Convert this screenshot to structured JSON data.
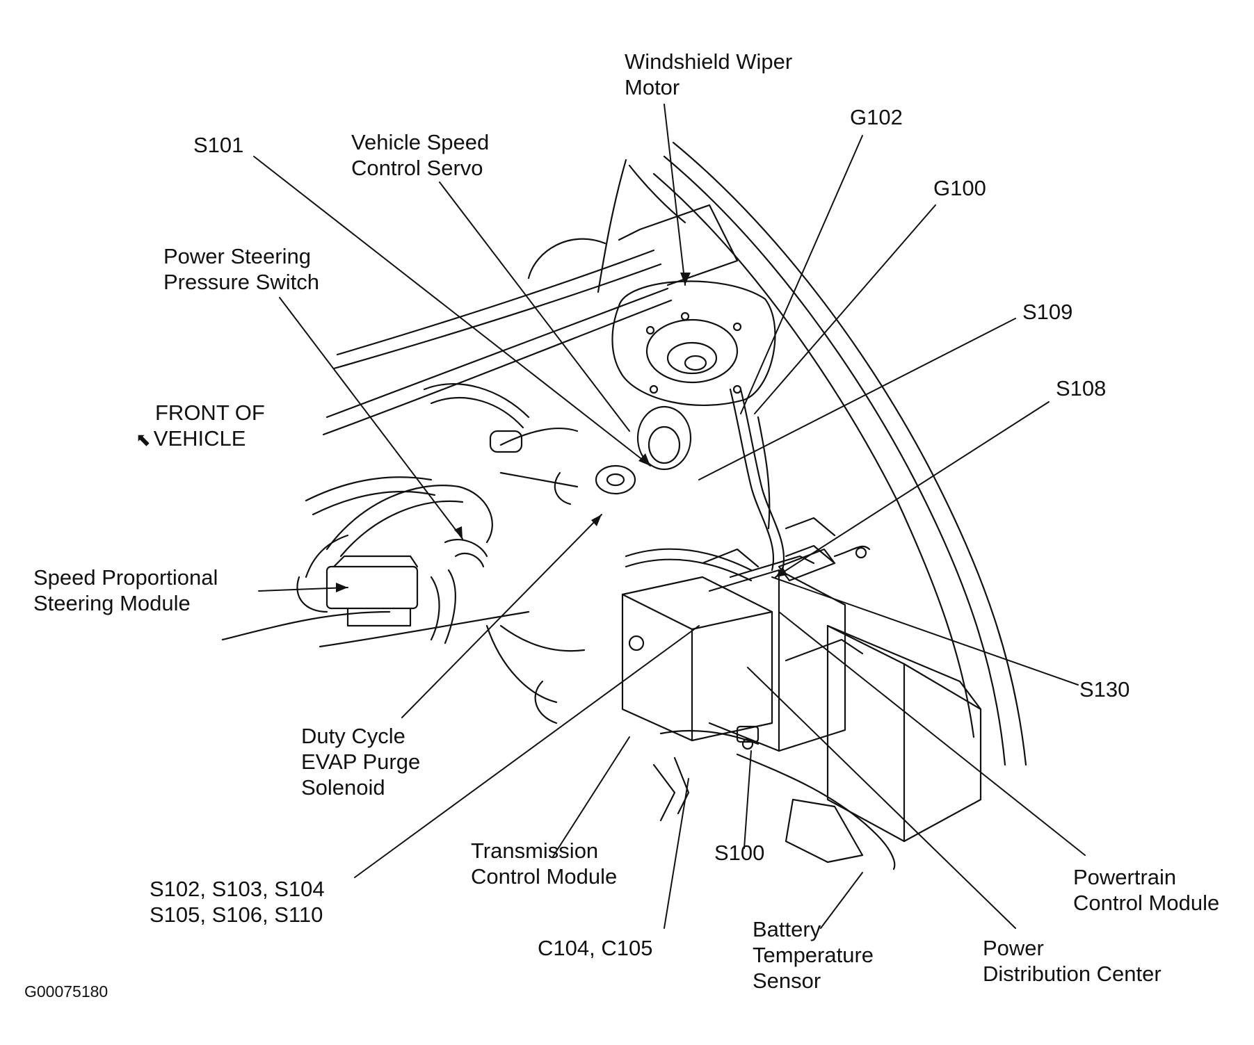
{
  "figure_code": "G00075180",
  "orientation": {
    "line1": "FRONT OF",
    "line2": "VEHICLE",
    "icon": "arrow-up-left-icon"
  },
  "labels": {
    "windshield_wiper_motor": [
      "Windshield Wiper",
      "Motor"
    ],
    "g102": [
      "G102"
    ],
    "s101": [
      "S101"
    ],
    "vehicle_speed_control_servo": [
      "Vehicle Speed",
      "Control Servo"
    ],
    "g100": [
      "G100"
    ],
    "power_steering_pressure_switch": [
      "Power Steering",
      "Pressure Switch"
    ],
    "s109": [
      "S109"
    ],
    "s108": [
      "S108"
    ],
    "speed_proportional_steering_module": [
      "Speed Proportional",
      "Steering Module"
    ],
    "s130": [
      "S130"
    ],
    "duty_cycle_evap_purge_solenoid": [
      "Duty Cycle",
      "EVAP Purge",
      "Solenoid"
    ],
    "transmission_control_module": [
      "Transmission",
      "Control Module"
    ],
    "s100": [
      "S100"
    ],
    "powertrain_control_module": [
      "Powertrain",
      "Control Module"
    ],
    "splices_group": [
      "S102, S103, S104",
      "S105, S106, S110"
    ],
    "c104_c105": [
      "C104, C105"
    ],
    "battery_temperature_sensor": [
      "Battery",
      "Temperature",
      "Sensor"
    ],
    "power_distribution_center": [
      "Power",
      "Distribution Center"
    ]
  }
}
